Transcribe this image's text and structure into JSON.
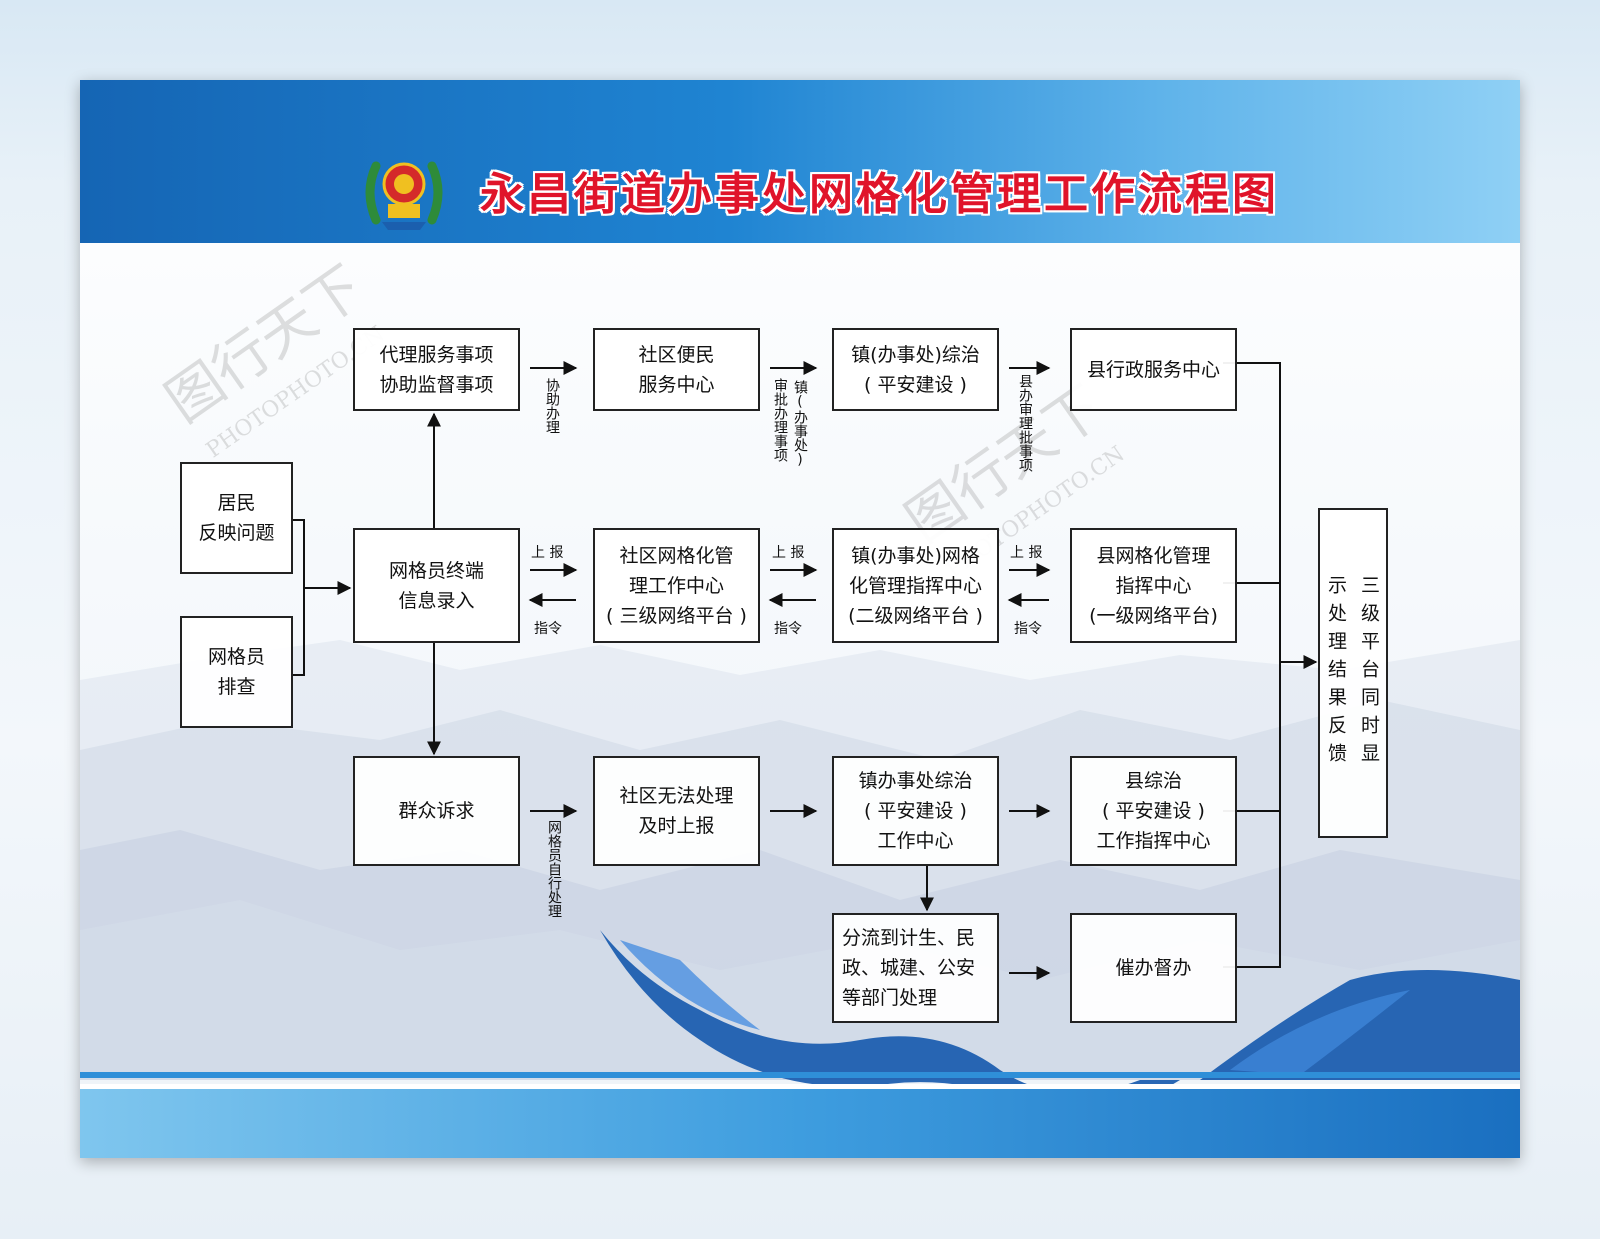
{
  "title": "永昌街道办事处网格化管理工作流程图",
  "colors": {
    "header_blue": "#1f84d2",
    "title_red": "#e0142a",
    "ribbon_blue": "#1d5fb0"
  },
  "icons": {
    "emblem": "police-emblem-icon"
  },
  "nodes": {
    "resident": [
      "居民",
      "反映问题"
    ],
    "grid_check": [
      "网格员",
      "排查"
    ],
    "agent_service": [
      "代理服务事项",
      "协助监督事项"
    ],
    "community_service": [
      "社区便民",
      "服务中心"
    ],
    "town_comprehensive": [
      "镇(办事处)综治",
      "( 平安建设 )"
    ],
    "county_admin": [
      "县行政服务中心"
    ],
    "terminal": [
      "网格员终端",
      "信息录入"
    ],
    "community_grid": [
      "社区网格化管",
      "理工作中心",
      "( 三级网络平台 )"
    ],
    "town_grid": [
      "镇(办事处)网格",
      "化管理指挥中心",
      "(二级网络平台 )"
    ],
    "county_grid": [
      "县网格化管理",
      "指挥中心",
      "(一级网络平台)"
    ],
    "appeal": [
      "群众诉求"
    ],
    "community_unable": [
      "社区无法处理",
      "及时上报"
    ],
    "town_center": [
      "镇办事处综治",
      "( 平安建设 )",
      "工作中心"
    ],
    "county_command": [
      "县综治",
      "( 平安建设 )",
      "工作指挥中心"
    ],
    "diversion": [
      "分流到计生、民",
      "政、城建、公安",
      "等部门处理"
    ],
    "supervise": [
      "催办督办"
    ],
    "result_col_right": "三级平台同时显",
    "result_col_left": "示处理结果反馈"
  },
  "edge_labels": {
    "assist": "协助办理",
    "town_approval": "镇(办事处)",
    "approval_items": "审批办理事项",
    "county_approval": "县办审理批事项",
    "report": "上 报",
    "command": "指令",
    "self_handle": "网格员自行处理"
  },
  "watermarks": [
    "图行天下",
    "PHOTOPHOTO.CN"
  ]
}
